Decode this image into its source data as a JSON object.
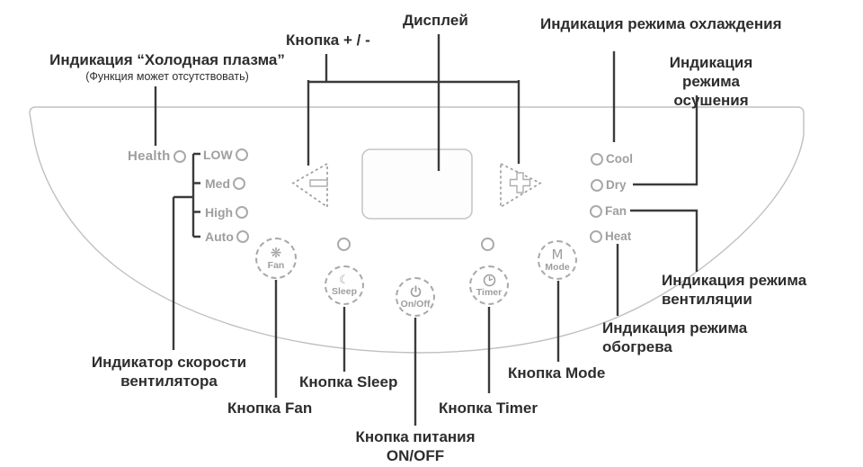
{
  "callouts": {
    "cold_plasma_line1": "Индикация “Холодная плазма”",
    "cold_plasma_line2": "(Функция может отсутствовать)",
    "plus_minus": "Кнопка + / -",
    "display": "Дисплей",
    "cooling": "Индикация режима охлаждения",
    "drying_line1": "Индикация режима",
    "drying_line2": "осушения",
    "ventilation_line1": "Индикация режима",
    "ventilation_line2": "вентиляции",
    "heating_line1": "Индикация режима",
    "heating_line2": "обогрева",
    "fan_speed_line1": "Индикатор скорости",
    "fan_speed_line2": "вентилятора",
    "fan_button": "Кнопка Fan",
    "sleep_button": "Кнопка Sleep",
    "power_line1": "Кнопка питания",
    "power_line2": "ON/OFF",
    "timer_button": "Кнопка Timer",
    "mode_button": "Кнопка Mode"
  },
  "panel": {
    "health_label": "Health",
    "fan_speeds": [
      "LOW",
      "Med",
      "High",
      "Auto"
    ],
    "modes": [
      "Cool",
      "Dry",
      "Fan",
      "Heat"
    ],
    "buttons": {
      "fan": "Fan",
      "sleep": "Sleep",
      "onoff": "On/Off",
      "timer": "Timer",
      "mode": "Mode",
      "fan_icon": "❋",
      "sleep_icon": "☾",
      "mode_icon": "M"
    }
  },
  "colors": {
    "leader_line": "#3b3b3b",
    "panel_outline": "#c0c0c0",
    "panel_text": "#9e9e9e",
    "callout_text": "#2d2d2d",
    "background": "#ffffff"
  }
}
